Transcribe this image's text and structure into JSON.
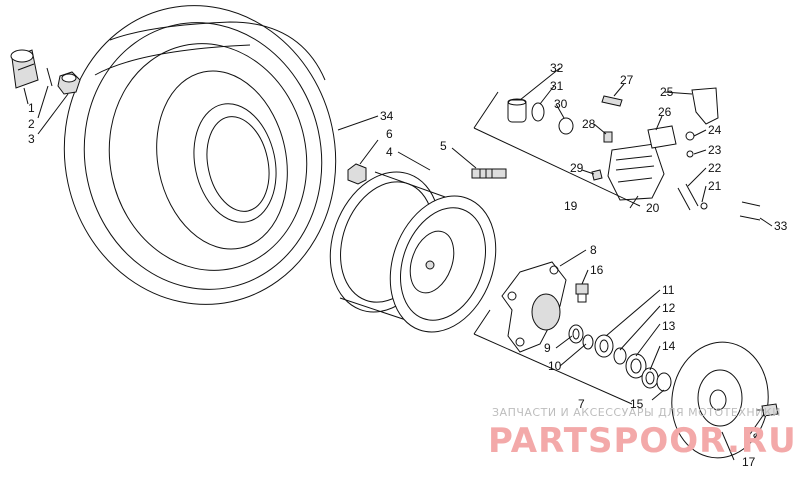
{
  "diagram": {
    "callouts": [
      "1",
      "2",
      "3",
      "4",
      "5",
      "6",
      "7",
      "8",
      "9",
      "10",
      "11",
      "12",
      "13",
      "14",
      "15",
      "16",
      "17",
      "18",
      "19",
      "20",
      "21",
      "22",
      "23",
      "24",
      "25",
      "26",
      "27",
      "28",
      "29",
      "30",
      "31",
      "32",
      "33",
      "34"
    ]
  },
  "watermark": {
    "tagline": "ЗАПЧАСТИ И АКСЕССУАРЫ ДЛЯ МОТОТЕХНИКИ",
    "brand": "PARTSPOOR.RU"
  }
}
